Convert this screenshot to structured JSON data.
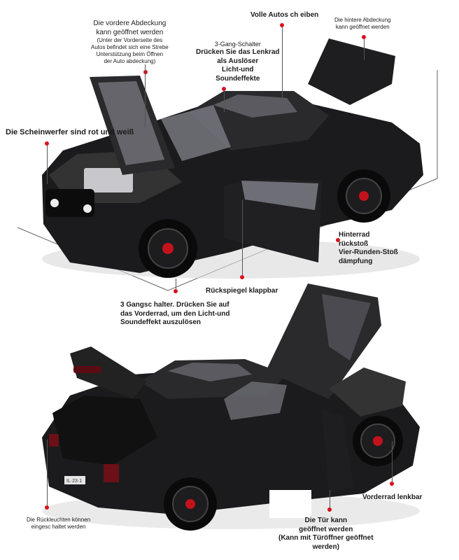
{
  "colors": {
    "car_body": "#1b1b1d",
    "callout_dot": "#d8121e",
    "brake": "#c4121c",
    "background": "#ffffff"
  },
  "top": {
    "front_hood": [
      "Die vordere Abdeckung",
      "kann geöffnet werden",
      "(Unter der Vorderseite des",
      "Autos befindet sich eine Strebe",
      "Unterstützung beim Öffnen",
      "der Auto abdeckung)"
    ],
    "full_car": "Volle Autos ch eiben",
    "rear_cover": [
      "Die hintere Abdeckung",
      "kann geöffnet werden"
    ],
    "gear_switch": [
      "3-Gang-Schalter",
      "Drücken Sie das Lenkrad",
      "als Auslöser",
      "Licht-und",
      "Soundeffekte"
    ],
    "headlights": "Die Scheinwerfer sind rot und weiß",
    "rear_wheel": [
      "Hinterrad",
      "rückstoß",
      "Vier-Runden-Stoß",
      "dämpfung"
    ],
    "mirror": "Rückspiegel klappbar",
    "front_wheel_switch": [
      "3 Gangsc halter. Drücken Sie auf",
      "das Vorderrad, um den Licht-und",
      "Soundeffekt auszulösen"
    ]
  },
  "bottom": {
    "front_steer": "Vorderrad lenkbar",
    "taillights": [
      "Die Rückleuchten können",
      "eingesc haltet werden"
    ],
    "door": [
      "Die Tür kann",
      "geöffnet werden",
      "(Kann mit Türöffner geöffnet",
      "werden)"
    ]
  }
}
